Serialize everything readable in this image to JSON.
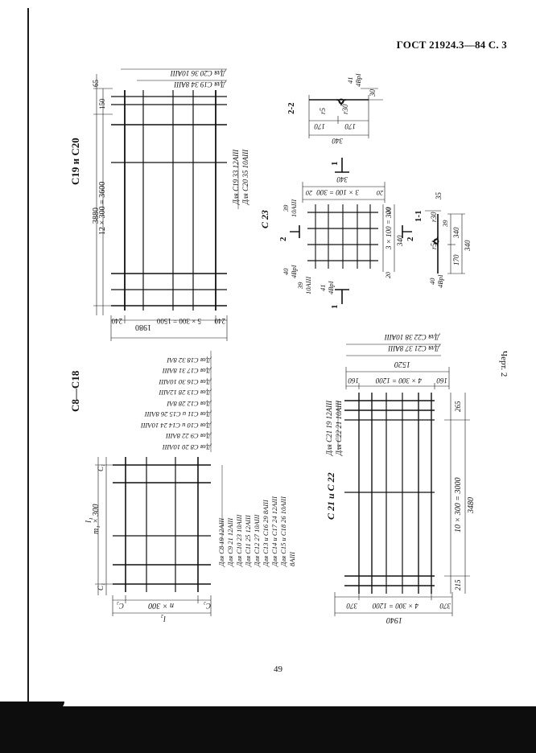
{
  "header": "ГОСТ 21924.3—84 С. 3",
  "page_number": "49",
  "figure_label": "Черт. 2",
  "panel_c19_c20": {
    "title": "С19 и С20",
    "dim_total": "3880",
    "dim_span": "12 × 300 = 3600",
    "dim_65": "65",
    "dim_150": "150",
    "dim_width": "1980",
    "dim_width_span": "5 × 300 = 1500",
    "dim_240a": "240",
    "dim_240b": "240",
    "rebar_top": [
      {
        "label": "Для С20",
        "num": "36",
        "bar": "10АIII"
      },
      {
        "label": "Для С19",
        "num": "34",
        "bar": "8АIII"
      }
    ],
    "rebar_side": [
      {
        "label": "Для С19",
        "num": "33",
        "bar": "12АIII"
      },
      {
        "label": "Для С20",
        "num": "35",
        "bar": "10АIII"
      }
    ]
  },
  "panel_c8_c18": {
    "title": "С8—С18",
    "dim_l1": "l₁",
    "dim_m1": "m₁ × 300",
    "dim_l2": "l₂",
    "dim_n": "n × 300",
    "dim_c1": "C₁",
    "dim_c2": "C₂",
    "rebar_top": [
      {
        "label": "Для С8",
        "num": "20",
        "bar": "10АIII"
      },
      {
        "label": "Для С9",
        "num": "22",
        "bar": "8АIII"
      },
      {
        "label": "Для С10 и С14",
        "num": "24",
        "bar": "10АIII"
      },
      {
        "label": "Для С11 и С15",
        "num": "26",
        "bar": "8АIII"
      },
      {
        "label": "Для С12",
        "num": "28",
        "bar": "8АI"
      },
      {
        "label": "Для С13",
        "num": "28",
        "bar": "12АIII"
      },
      {
        "label": "Для С16",
        "num": "30",
        "bar": "10АIII"
      },
      {
        "label": "Для С17",
        "num": "31",
        "bar": "8АIII"
      },
      {
        "label": "Для С18",
        "num": "32",
        "bar": "8АI"
      }
    ],
    "rebar_side": [
      {
        "label": "Для С8",
        "num": "19",
        "bar": "12АIII"
      },
      {
        "label": "Для С9",
        "num": "21",
        "bar": "12АIII"
      },
      {
        "label": "Для С10",
        "num": "23",
        "bar": "10АIII"
      },
      {
        "label": "Для С11",
        "num": "25",
        "bar": "12АIII"
      },
      {
        "label": "Для С12",
        "num": "27",
        "bar": "10АIII"
      },
      {
        "label": "Для С13 и С16",
        "num": "29",
        "bar": "8АIII"
      },
      {
        "label": "Для С14 и С17",
        "num": "24",
        "bar": "12АIII"
      },
      {
        "label": "Для С15 и С18",
        "num": "26",
        "bar": "10АIII"
      },
      {
        "label": "",
        "num": "",
        "bar": "8АIII"
      }
    ]
  },
  "panel_c21_c22": {
    "title": "С 21 и С 22",
    "dim_total": "3480",
    "dim_span": "10 × 300 = 3000",
    "dim_265": "265",
    "dim_215": "215",
    "dim_width_top": "1520",
    "dim_span_top": "4 × 300 = 1200",
    "dim_160a": "160",
    "dim_160b": "160",
    "dim_width_bottom": "1940",
    "dim_span_bottom": "4 × 300 = 1200",
    "dim_370a": "370",
    "dim_370b": "370",
    "rebar_top": [
      {
        "label": "Для С22",
        "num": "38",
        "bar": "10АIII"
      },
      {
        "label": "Для С21",
        "num": "37",
        "bar": "8АIII"
      }
    ],
    "rebar_side": [
      {
        "label": "Для С21",
        "num": "19",
        "bar": "12АIII"
      },
      {
        "label": "Для С22",
        "num": "21",
        "bar": "10АIII"
      }
    ]
  },
  "panel_c23": {
    "title": "С 23",
    "dim_width": "340",
    "dim_span": "3 × 100 = 300",
    "dim_20a": "20",
    "dim_20b": "20",
    "dim_height": "340",
    "dim_height_span": "3 × 100 = 300",
    "dim_20c": "20",
    "dim_20d": "20",
    "callouts": [
      {
        "num": "39",
        "bar": "10АIII"
      },
      {
        "num": "40",
        "bar": "4ВрI"
      },
      {
        "num": "39",
        "bar": "10АIII"
      },
      {
        "num": "41",
        "bar": "4ВрI"
      }
    ],
    "section_marks": [
      "1",
      "1",
      "2",
      "2"
    ]
  },
  "section_2_2": {
    "title": "2-2",
    "dims": [
      "170",
      "170",
      "340",
      "30"
    ],
    "radii": [
      "r5",
      "r30"
    ],
    "callout": {
      "num": "41",
      "bar": "4ВрI"
    }
  },
  "section_1_1": {
    "title": "1-1",
    "dims": [
      "35",
      "170",
      "340",
      "340"
    ],
    "radii": [
      "r30",
      "r5"
    ],
    "callout": {
      "num": "40",
      "bar": "4ВрI"
    },
    "callout_num2": "39"
  }
}
